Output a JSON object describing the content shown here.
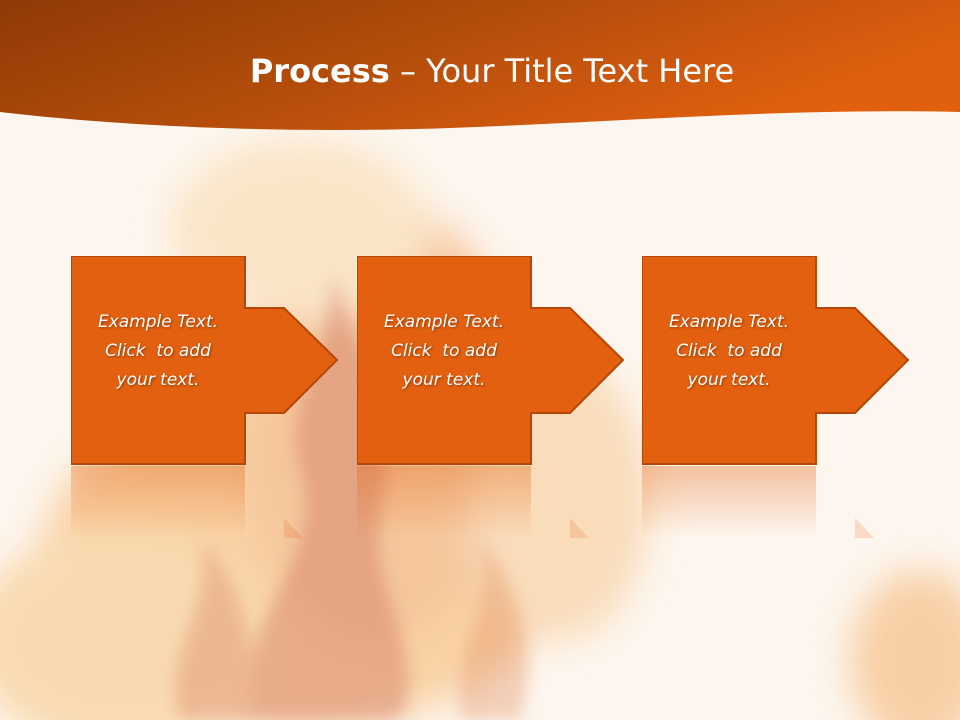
{
  "slide": {
    "title_bold": "Process",
    "title_rest": " – Your Title Text Here"
  },
  "colors": {
    "header_dark": "#8e3a06",
    "header_light": "#e0600f",
    "box_fill": "#e2600f",
    "box_border": "#b5460a",
    "background": "#fdf6ee"
  },
  "steps": [
    {
      "line1": "Example Text.",
      "line2": "Click  to add",
      "line3": "your text."
    },
    {
      "line1": "Example Text.",
      "line2": "Click  to add",
      "line3": "your text."
    },
    {
      "line1": "Example Text.",
      "line2": "Click  to add",
      "line3": "your text."
    }
  ]
}
